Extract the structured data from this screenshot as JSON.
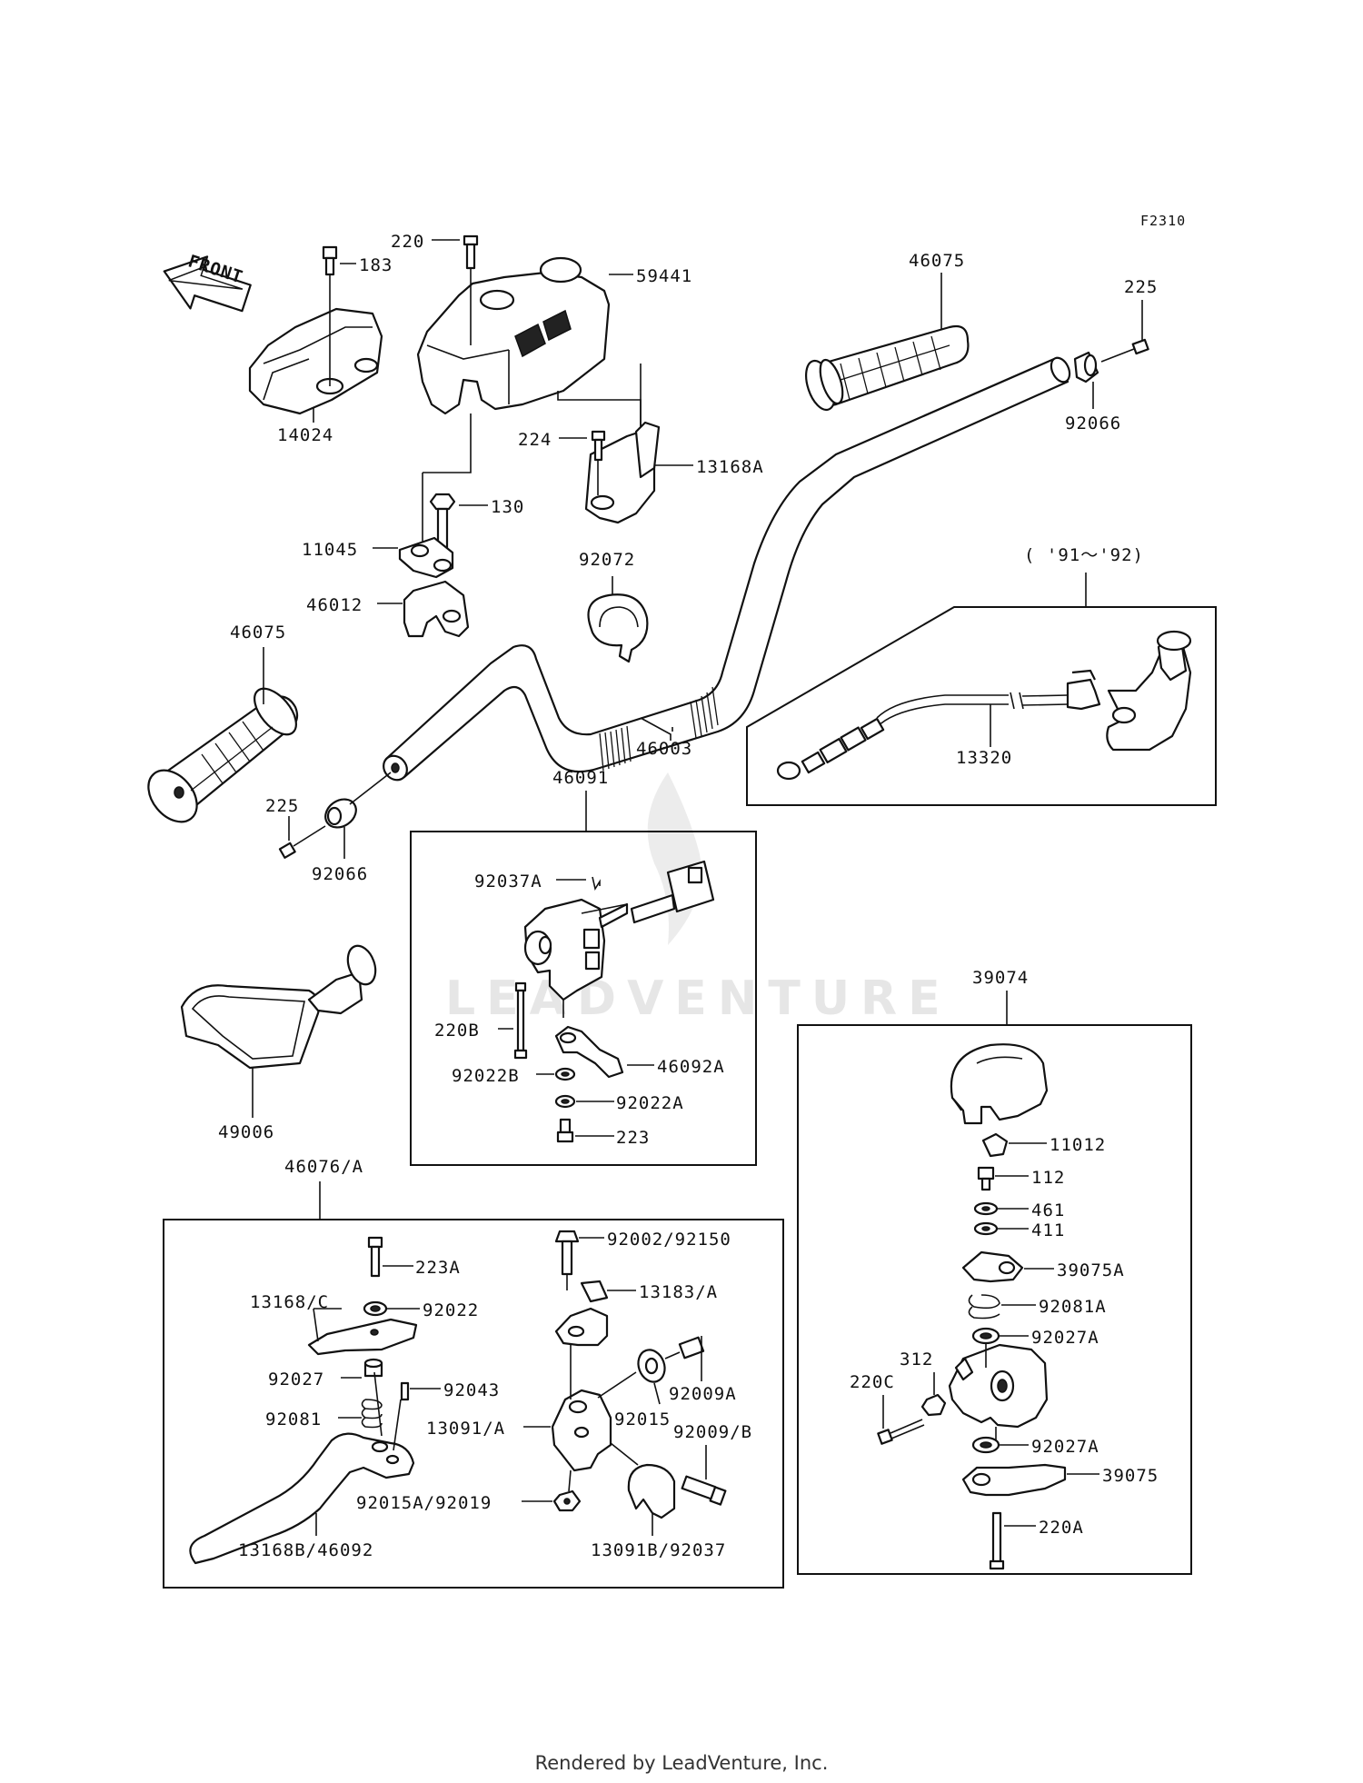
{
  "figure_code": "F2310",
  "watermark": "LEADVENTURE",
  "footer": "Rendered by LeadVenture, Inc.",
  "front_marker": "FRONT",
  "year_range": "( '91〜'92)",
  "labels": {
    "p220_top": "220",
    "p183": "183",
    "p59441": "59441",
    "p14024": "14024",
    "p46075_r": "46075",
    "p225_r": "225",
    "p92066_r": "92066",
    "p224": "224",
    "p13168A": "13168A",
    "p130": "130",
    "p11045": "11045",
    "p46012": "46012",
    "p92072": "92072",
    "p46003": "46003",
    "p13320": "13320",
    "p46075_l": "46075",
    "p225_l": "225",
    "p92066_l": "92066",
    "p46091": "46091",
    "p92037A": "92037A",
    "p220B": "220B",
    "p46092A": "46092A",
    "p92022B": "92022B",
    "p92022A": "92022A",
    "p223": "223",
    "p49006": "49006",
    "p46076A": "46076/A",
    "p223A": "223A",
    "p13168C": "13168/C",
    "p92022": "92022",
    "p92027": "92027",
    "p92043": "92043",
    "p92081": "92081",
    "p13168B": "13168B/46092",
    "p92002": "92002/92150",
    "p13183": "13183/A",
    "p13091": "13091/A",
    "p92009A": "92009A",
    "p92015": "92015",
    "p92009B": "92009/B",
    "p92015A": "92015A/92019",
    "p13091B": "13091B/92037",
    "p39074": "39074",
    "p11012": "11012",
    "p112": "112",
    "p461": "461",
    "p411": "411",
    "p39075A": "39075A",
    "p92081A": "92081A",
    "p92027A_1": "92027A",
    "p312": "312",
    "p220C": "220C",
    "p92027A_2": "92027A",
    "p39075": "39075",
    "p220A": "220A"
  }
}
